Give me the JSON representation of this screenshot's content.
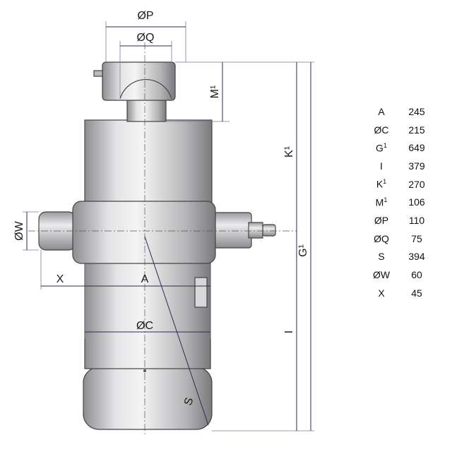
{
  "drawing": {
    "labels": {
      "P": "ØP",
      "Q": "ØQ",
      "M": "M¹",
      "K": "K¹",
      "G": "G¹",
      "W": "ØW",
      "X": "X",
      "A": "A",
      "C": "ØC",
      "I": "I",
      "S": "S"
    }
  },
  "table": {
    "rows": [
      {
        "key": "A",
        "sup": "",
        "value": "245"
      },
      {
        "key": "ØC",
        "sup": "",
        "value": "215"
      },
      {
        "key": "G",
        "sup": "1",
        "value": "649"
      },
      {
        "key": "I",
        "sup": "",
        "value": "379"
      },
      {
        "key": "K",
        "sup": "1",
        "value": "270"
      },
      {
        "key": "M",
        "sup": "1",
        "value": "106"
      },
      {
        "key": "ØP",
        "sup": "",
        "value": "110"
      },
      {
        "key": "ØQ",
        "sup": "",
        "value": "75"
      },
      {
        "key": "S",
        "sup": "",
        "value": "394"
      },
      {
        "key": "ØW",
        "sup": "",
        "value": "60"
      },
      {
        "key": "X",
        "sup": "",
        "value": "45"
      }
    ]
  }
}
